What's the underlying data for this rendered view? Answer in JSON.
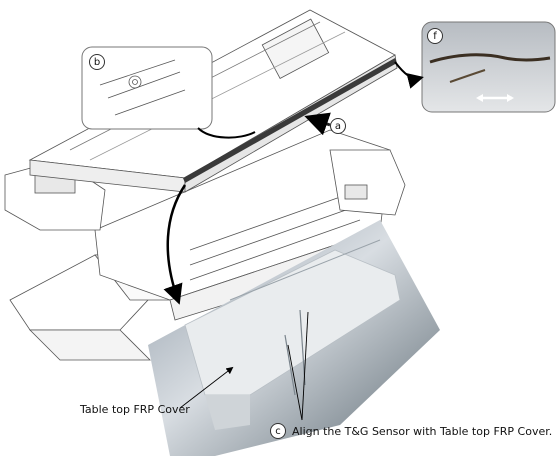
{
  "callouts": {
    "a": "a",
    "b": "b",
    "c": "c",
    "f": "f"
  },
  "labels": {
    "frp_cover": "Table top FRP Cover",
    "align_instruction": "Align the T&G Sensor with Table top FRP Cover."
  },
  "colors": {
    "line": "#4a4a4a",
    "arrow": "#000000",
    "sensor_strip": "#3a3a3a",
    "photo_bg": "#c9cfd6"
  }
}
